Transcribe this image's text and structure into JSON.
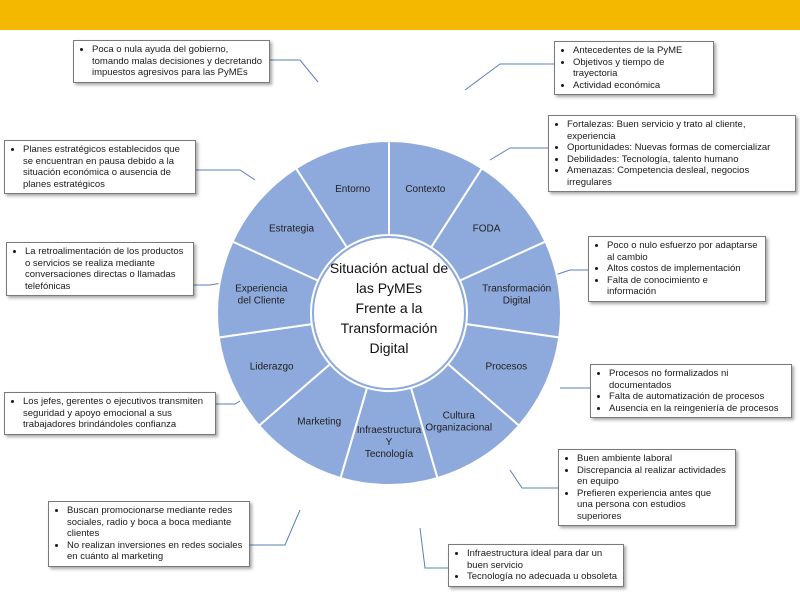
{
  "diagram": {
    "center_lines": [
      "Situación actual de",
      "las PyMEs",
      "Frente a la",
      "Transformación",
      "Digital"
    ],
    "segments": [
      {
        "id": "entorno",
        "label": [
          "Entorno"
        ]
      },
      {
        "id": "contexto",
        "label": [
          "Contexto"
        ]
      },
      {
        "id": "foda",
        "label": [
          "FODA"
        ]
      },
      {
        "id": "transformacion",
        "label": [
          "Transformación",
          "Digital"
        ]
      },
      {
        "id": "procesos",
        "label": [
          "Procesos"
        ]
      },
      {
        "id": "cultura",
        "label": [
          "Cultura",
          "Organizacional"
        ]
      },
      {
        "id": "infraestructura",
        "label": [
          "Infraestructura",
          "Y",
          "Tecnología"
        ]
      },
      {
        "id": "marketing",
        "label": [
          "Marketing"
        ]
      },
      {
        "id": "liderazgo",
        "label": [
          "Liderazgo"
        ]
      },
      {
        "id": "experiencia",
        "label": [
          "Experiencia",
          "del Cliente"
        ]
      },
      {
        "id": "estrategia",
        "label": [
          "Estrategia"
        ]
      }
    ],
    "boxes": {
      "entorno": [
        "Poca o nula ayuda del gobierno, tomando malas decisiones y decretando impuestos agresivos para las PyMEs"
      ],
      "contexto": [
        "Antecedentes de la PyME",
        "Objetivos y tiempo de trayectoria",
        "Actividad económica"
      ],
      "foda": [
        "Fortalezas: Buen servicio y trato al cliente, experiencia",
        "Oportunidades: Nuevas formas de comercializar",
        "Debilidades: Tecnología, talento humano",
        "Amenazas: Competencia desleal, negocios irregulares"
      ],
      "transformacion": [
        "Poco o nulo esfuerzo por adaptarse al cambio",
        "Altos costos de implementación",
        "Falta de conocimiento e información"
      ],
      "procesos": [
        "Procesos no formalizados ni documentados",
        "Falta de automatización de procesos",
        "Ausencia en la reingeniería de procesos"
      ],
      "cultura": [
        "Buen ambiente laboral",
        "Discrepancia al realizar actividades en equipo",
        "Prefieren experiencia antes que una persona con estudios superiores"
      ],
      "infraestructura": [
        "Infraestructura ideal para dar un buen servicio",
        "Tecnología no adecuada u obsoleta"
      ],
      "marketing": [
        "Buscan promocionarse mediante redes sociales, radio y boca a boca mediante clientes",
        "No realizan inversiones en redes sociales en cuánto al marketing"
      ],
      "liderazgo": [
        "Los jefes, gerentes o ejecutivos transmiten seguridad y apoyo emocional a sus trabajadores brindándoles confianza"
      ],
      "experiencia": [
        "La retroalimentación de los productos o servicios se realiza mediante conversaciones directas o llamadas telefónicas"
      ],
      "estrategia": [
        "Planes estratégicos establecidos que se encuentran en pausa debido a la situación económica o ausencia de planes estratégicos"
      ]
    }
  }
}
